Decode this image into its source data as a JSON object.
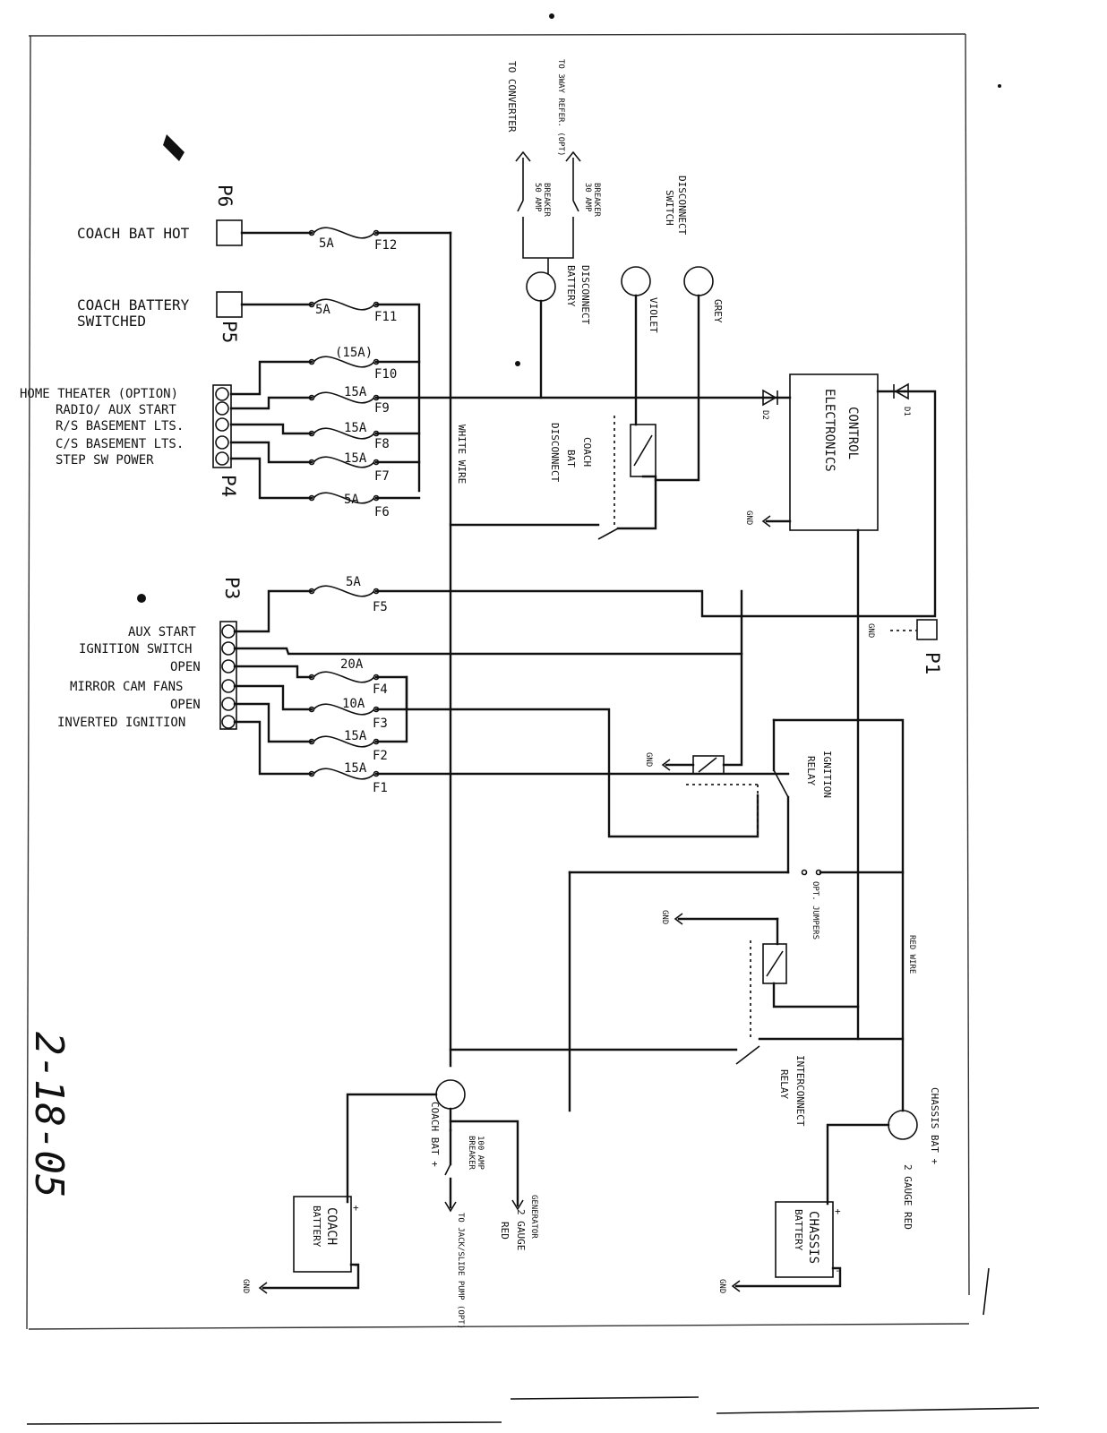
{
  "connectors": {
    "p6": "P6",
    "p5": "P5",
    "p4": "P4",
    "p3": "P3",
    "p1": "P1"
  },
  "terminals": {
    "coach_bat_hot": "COACH BAT HOT",
    "coach_battery_switched": [
      "COACH BATTERY",
      "SWITCHED"
    ]
  },
  "p4_pins": [
    "HOME THEATER (OPTION)",
    "RADIO/ AUX START",
    "R/S BASEMENT LTS.",
    "C/S BASEMENT LTS.",
    "STEP SW POWER"
  ],
  "p3_pins": [
    "AUX START",
    "IGNITION SWITCH",
    "OPEN",
    "MIRROR CAM FANS",
    "OPEN",
    "INVERTED IGNITION"
  ],
  "fuses": {
    "f12": {
      "rating": "5A",
      "id": "F12"
    },
    "f11": {
      "rating": "5A",
      "id": "F11"
    },
    "f10": {
      "rating": "(15A)",
      "id": "F10"
    },
    "f9": {
      "rating": "15A",
      "id": "F9"
    },
    "f8": {
      "rating": "15A",
      "id": "F8"
    },
    "f7": {
      "rating": "15A",
      "id": "F7"
    },
    "f6": {
      "rating": "5A",
      "id": "F6"
    },
    "f5": {
      "rating": "5A",
      "id": "F5"
    },
    "f4": {
      "rating": "20A",
      "id": "F4"
    },
    "f3": {
      "rating": "10A",
      "id": "F3"
    },
    "f2": {
      "rating": "15A",
      "id": "F2"
    },
    "f1": {
      "rating": "15A",
      "id": "F1"
    }
  },
  "top": {
    "to_converter": "TO CONVERTER",
    "to_3way_refer": "TO 3WAY REFER. (OPT)",
    "breaker_30": [
      "30 AMP",
      "BREAKER"
    ],
    "breaker_50": [
      "50 AMP",
      "BREAKER"
    ],
    "battery_disconnect": [
      "BATTERY",
      "DISCONNECT"
    ],
    "disconnect_switch": [
      "DISCONNECT",
      "SWITCH"
    ],
    "violet": "VIOLET",
    "grey": "GREY",
    "coach_bat_disconnect": [
      "COACH",
      "BAT",
      "DISCONNECT"
    ]
  },
  "control": {
    "label": [
      "CONTROL",
      "ELECTRONICS"
    ],
    "d1": "D1",
    "d2": "D2"
  },
  "wires": {
    "white": "WHITE WIRE",
    "red": "RED WIRE"
  },
  "gnd": "GND",
  "relays": {
    "ignition": [
      "IGNITION",
      "RELAY"
    ],
    "interconnect": [
      "INTERCONNECT",
      "RELAY"
    ],
    "opt_jumpers": "OPT. JUMPERS"
  },
  "bottom": {
    "coach_bat_plus": "COACH BAT +",
    "breaker_100": [
      "100 AMP",
      "BREAKER"
    ],
    "to_jack_slide": "TO JACK/SLIDE PUMP (OPT)",
    "generator": [
      "GENERATOR",
      "2 GAUGE",
      "RED"
    ],
    "coach_battery": [
      "COACH",
      "BATTERY"
    ],
    "chassis_bat_plus": "CHASSIS BAT +",
    "two_gauge_red": "2 GAUGE RED",
    "chassis_battery": [
      "CHASSIS",
      "BATTERY"
    ],
    "plus": "+",
    "minus": "-"
  },
  "handwritten_date": "2-18-05"
}
